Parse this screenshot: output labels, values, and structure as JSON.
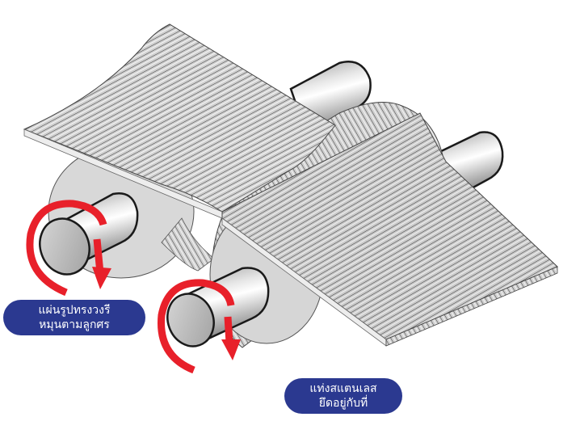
{
  "diagram": {
    "title": "Finned tube rolling process illustration",
    "labels": {
      "fins": {
        "line1": "แผ่นรูปทรงวงรี",
        "line2": "หมุนตามลูกศร"
      },
      "rod": {
        "line1": "แท่งสแตนเลส",
        "line2": "ยึดอยู่กับที่"
      }
    },
    "arrows": [
      {
        "name": "rotation-arrow-left-roller",
        "direction": "clockwise"
      },
      {
        "name": "rotation-arrow-right-roller",
        "direction": "clockwise"
      }
    ],
    "components": [
      "corrugated-strip",
      "left-elliptical-disc-stack",
      "right-elliptical-disc-stack",
      "left-front-shaft",
      "right-front-shaft",
      "left-back-shaft",
      "right-back-shaft"
    ],
    "colors": {
      "pill": "#2b3990",
      "arrow": "#e8202a",
      "metal_light": "#f2f2f2",
      "metal_mid": "#c8c8c8",
      "metal_dark": "#8a8a8a",
      "outline": "#1a1a1a"
    }
  }
}
